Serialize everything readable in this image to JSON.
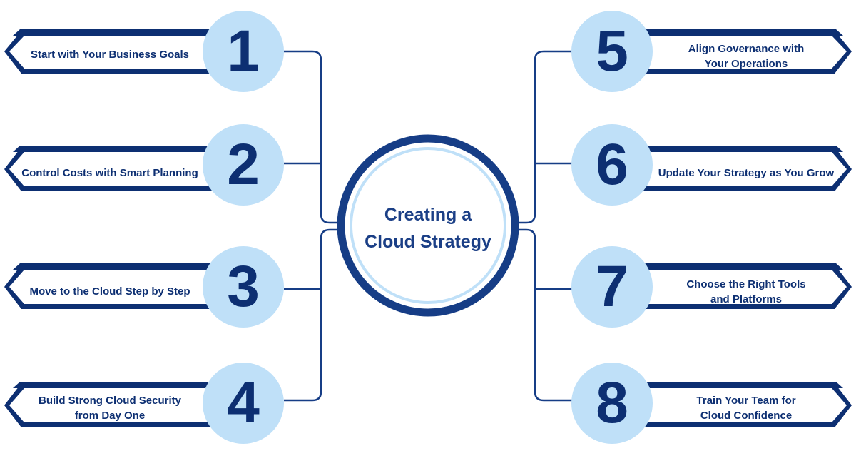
{
  "center": {
    "line1": "Creating a",
    "line2": "Cloud Strategy"
  },
  "steps": [
    {
      "number": "1",
      "line1": "Start with Your Business Goals",
      "line2": ""
    },
    {
      "number": "2",
      "line1": "Control Costs with Smart Planning",
      "line2": ""
    },
    {
      "number": "3",
      "line1": "Move to the Cloud Step by Step",
      "line2": ""
    },
    {
      "number": "4",
      "line1": "Build Strong Cloud Security",
      "line2": "from Day One"
    },
    {
      "number": "5",
      "line1": "Align Governance with",
      "line2": "Your Operations"
    },
    {
      "number": "6",
      "line1": "Update Your Strategy as You Grow",
      "line2": ""
    },
    {
      "number": "7",
      "line1": "Choose the Right Tools",
      "line2": "and Platforms"
    },
    {
      "number": "8",
      "line1": "Train Your Team for",
      "line2": "Cloud Confidence"
    }
  ],
  "colors": {
    "navy": "#0d2f72",
    "circle_fill": "#bfe0f8",
    "center_ring": "#163d86"
  }
}
